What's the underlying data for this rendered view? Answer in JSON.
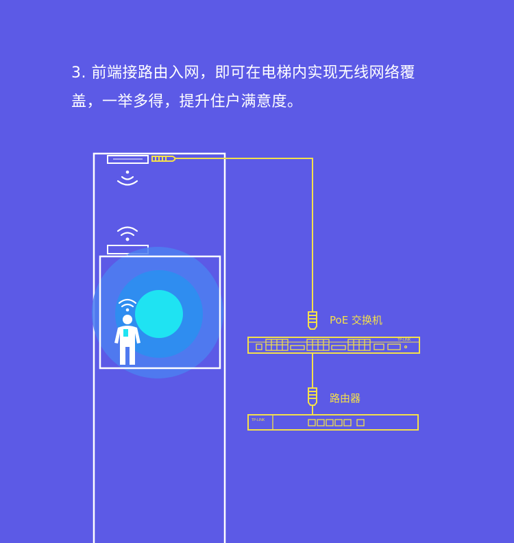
{
  "caption": {
    "line1": "3. 前端接路由入网，即可在电梯内实现无线网络覆",
    "line2": "盖，一举多得，提升住户满意度。"
  },
  "labels": {
    "poe_switch": "PoE 交换机",
    "router": "路由器",
    "switch_brand": "TP-LINK",
    "router_brand": "TP-LINK"
  },
  "colors": {
    "background": "#5C5AE6",
    "line_white": "#FFFFFF",
    "cable_yellow": "#F4E04A",
    "coverage_inner": "#1FE3F2",
    "coverage_mid": "#2F8DF0",
    "coverage_outer": "#4C7FF0"
  },
  "icons": {
    "ceiling_ap": "wifi-access-point-icon",
    "wifi_signal": "wifi-signal-icon",
    "person": "person-with-phone-icon",
    "switch": "poe-switch-icon",
    "router": "router-icon"
  }
}
